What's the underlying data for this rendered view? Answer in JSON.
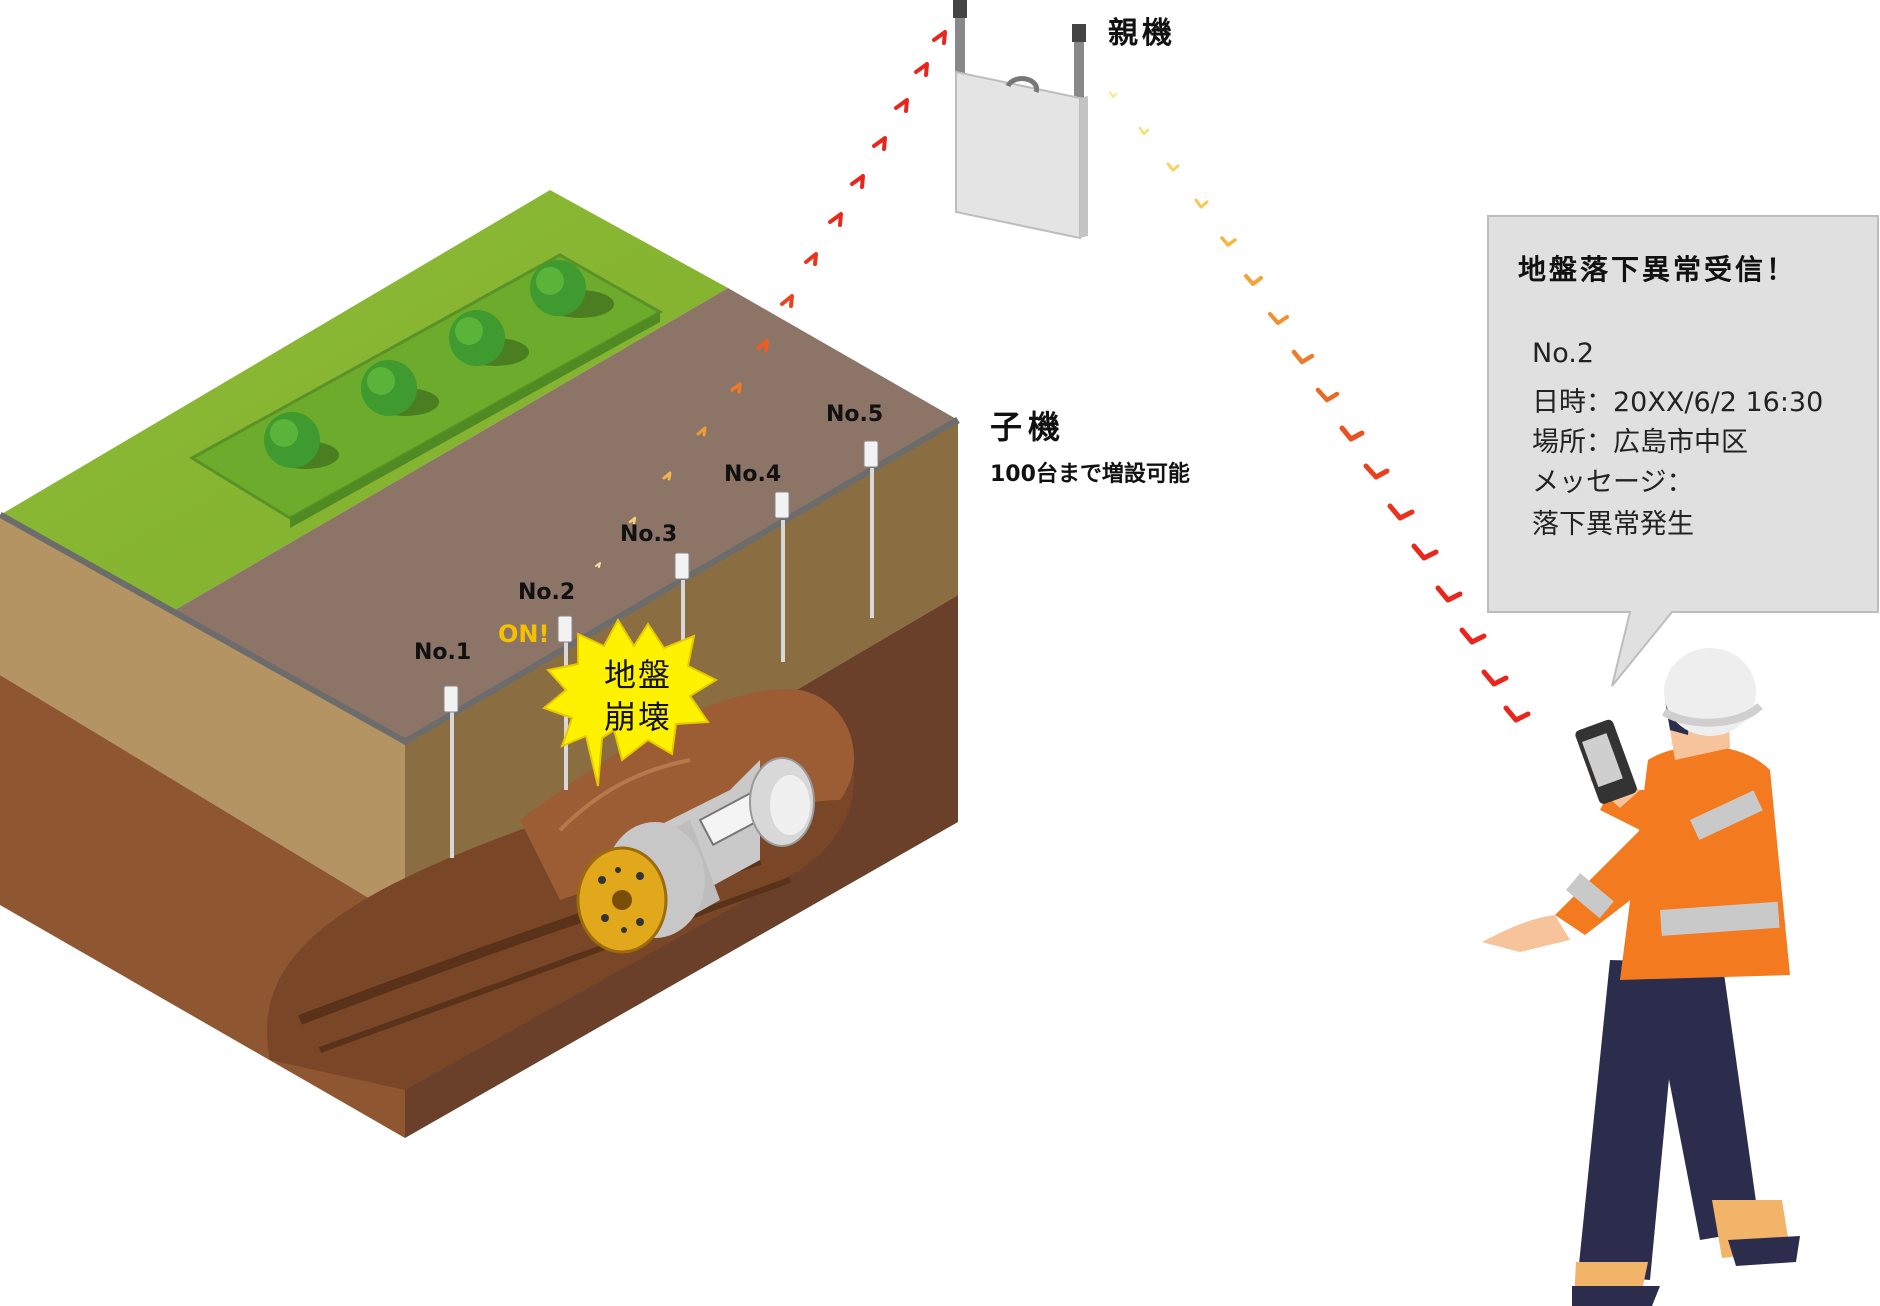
{
  "parent_unit": {
    "label": "親機"
  },
  "child_unit": {
    "label": "子機",
    "note": "100台まで増設可能"
  },
  "sensors": [
    {
      "label": "No.1"
    },
    {
      "label": "No.2",
      "status": "ON!"
    },
    {
      "label": "No.3"
    },
    {
      "label": "No.4"
    },
    {
      "label": "No.5"
    }
  ],
  "burst": {
    "line1": "地盤",
    "line2": "崩壊"
  },
  "message": {
    "title": "地盤落下異常受信！",
    "lines": [
      "No.2",
      "日時：20XX/6/2 16:30",
      "場所：広島市中区",
      "メッセージ：",
      "落下異常発生"
    ]
  },
  "colors": {
    "grass": "#8dbb35",
    "soil_top": "#8c7566",
    "signal_red": "#e8261c",
    "signal_yellow": "#f5d21d",
    "vest_orange": "#f47a20",
    "burst_yellow": "#fff200"
  }
}
